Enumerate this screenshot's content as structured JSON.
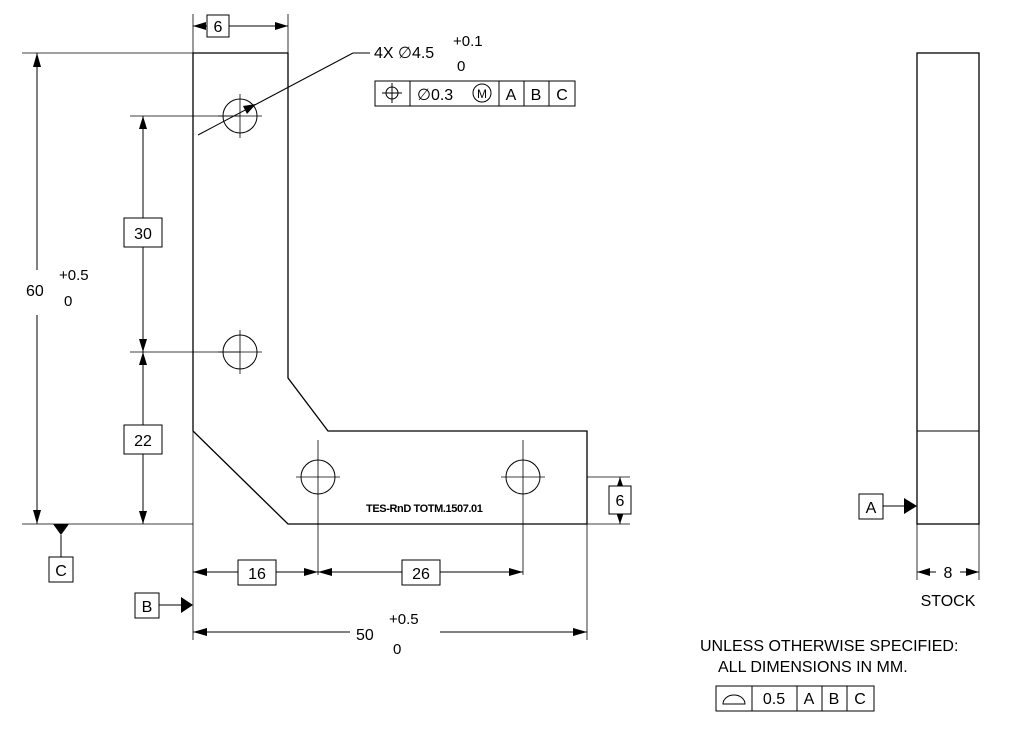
{
  "front_view": {
    "top_tab_width": "6",
    "hole_callout": {
      "qty_size": "4X ∅4.5",
      "tol_upper": "+0.1",
      "tol_lower": "0"
    },
    "position_fcf": {
      "symbol": "position-icon",
      "tolerance": "∅0.3",
      "modifier": "M",
      "datum_1": "A",
      "datum_2": "B",
      "datum_3": "C"
    },
    "hole_spacing_upper": "30",
    "hole_spacing_lower": "22",
    "overall_height": "60",
    "overall_height_tol_upper": "+0.5",
    "overall_height_tol_lower": "0",
    "hole_offset_x1": "16",
    "hole_spacing_x": "26",
    "overall_width": "50",
    "overall_width_tol_upper": "+0.5",
    "overall_width_tol_lower": "0",
    "bottom_leg_height": "6",
    "part_marking": "TES-RnD TOTM.1507.01",
    "datum_b": "B",
    "datum_c": "C"
  },
  "side_view": {
    "datum_a": "A",
    "thickness": "8",
    "thickness_note": "STOCK"
  },
  "notes": {
    "line_1": "UNLESS OTHERWISE SPECIFIED:",
    "line_2": "ALL DIMENSIONS IN MM.",
    "profile_fcf": {
      "symbol": "profile-of-surface-icon",
      "tolerance": "0.5",
      "datum_1": "A",
      "datum_2": "B",
      "datum_3": "C"
    }
  }
}
